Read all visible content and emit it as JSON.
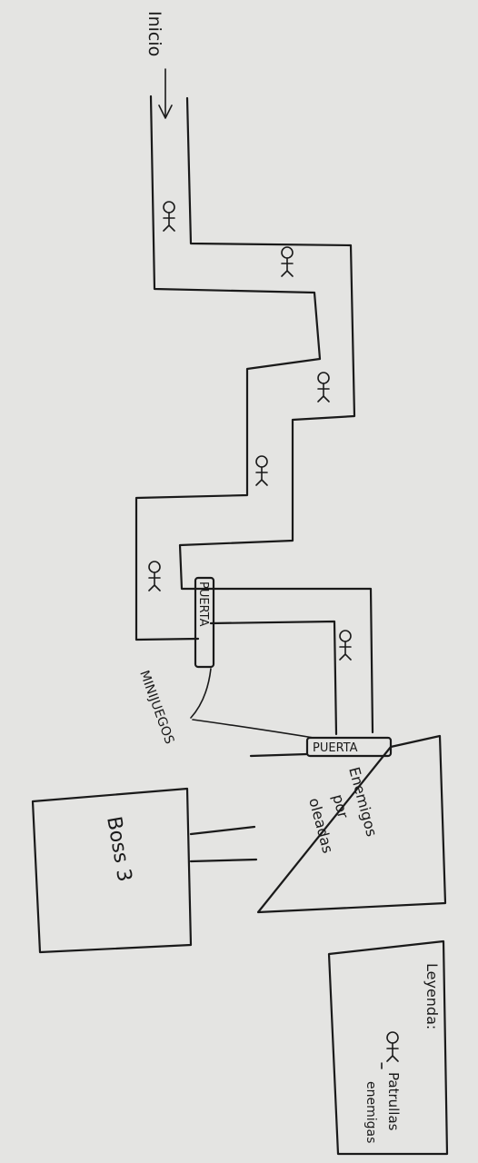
{
  "start_label": "Inicio",
  "door_label": "PUERTA",
  "minigames_label": "MINIJUEGOS",
  "waves_room": {
    "line1": "Enemigos",
    "line2": "por",
    "line3": "oleadas"
  },
  "boss_label": "Boss 3",
  "legend": {
    "title": "Leyenda:",
    "entry_line1": "Patrullas",
    "entry_line2": "enemigas"
  },
  "colors": {
    "paper": "#e9e8e6",
    "ink": "#1a1a1a"
  },
  "icons": {
    "enemy_patrol": "stick-figure-icon",
    "arrow": "arrow-down-icon"
  }
}
